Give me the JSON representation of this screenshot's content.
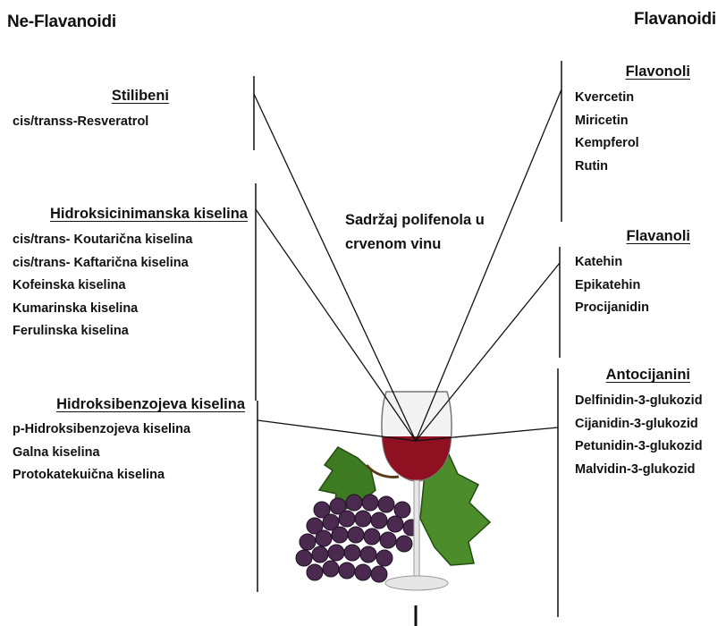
{
  "headings": {
    "left": "Ne-Flavanoidi",
    "right": "Flavanoidi"
  },
  "center_label": [
    "Sadržaj polifenola u",
    "crvenom vinu"
  ],
  "left_groups": [
    {
      "title": "Stilibeni",
      "items": [
        "cis/transs-Resveratrol"
      ]
    },
    {
      "title": "Hidroksicinimanska kiselina",
      "items": [
        "cis/trans- Koutarična kiselina",
        "cis/trans- Kaftarična kiselina",
        "Kofeinska kiselina",
        "Kumarinska kiselina",
        "Ferulinska kiselina"
      ]
    },
    {
      "title": "Hidroksibenzojeva kiselina",
      "items": [
        "p-Hidroksibenzojeva kiselina",
        "Galna kiselina",
        "Protokatekuična kiselina"
      ]
    }
  ],
  "right_groups": [
    {
      "title": "Flavonoli",
      "items": [
        "Kvercetin",
        "Miricetin",
        "Kempferol",
        "Rutin"
      ]
    },
    {
      "title": "Flavanoli",
      "items": [
        "Katehin",
        "Epikatehin",
        "Procijanidin"
      ]
    },
    {
      "title": "Antocijanini",
      "items": [
        "Delfinidin-3-glukozid",
        "Cijanidin-3-glukozid",
        "Petunidin-3-glukozid",
        "Malvidin-3-glukozid"
      ]
    }
  ],
  "colors": {
    "wine": "#8e1021",
    "grape": "#4a2a4f",
    "leaf": "#3d7a22",
    "line": "#111111"
  }
}
